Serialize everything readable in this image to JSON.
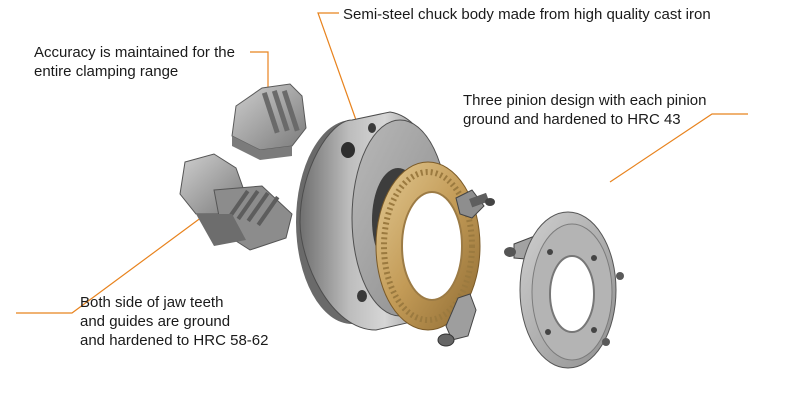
{
  "callouts": {
    "chuck_body": "Semi-steel chuck body made from high quality cast iron",
    "accuracy": "Accuracy is maintained for the\nentire clamping range",
    "pinion": "Three pinion design with each pinion\nground and hardened to HRC 43",
    "jaw_teeth": "Both side of jaw teeth\nand guides are ground\nand hardened to HRC 58-62"
  },
  "colors": {
    "leader_line": "#e8831e",
    "text": "#1a1a1a",
    "bevel_gear": "#c9a76a",
    "steel": "#9a9a9a"
  }
}
